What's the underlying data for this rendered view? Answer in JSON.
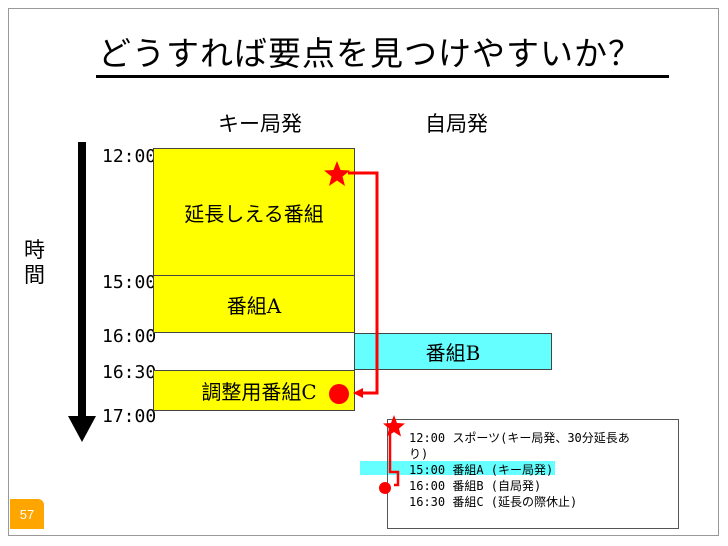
{
  "slide": {
    "title": "どうすれば要点を見つけやすいか？",
    "page_number": "57"
  },
  "columns": {
    "key_station": "キー局発",
    "local_station": "自局発"
  },
  "axis": {
    "label": "時間"
  },
  "times": [
    "12:00",
    "15:00",
    "16:00",
    "16:30",
    "17:00"
  ],
  "programs": {
    "extendable": "延長しえる番組",
    "a": "番組A",
    "b": "番組B",
    "c": "調整用番組C"
  },
  "legend": {
    "items": [
      "12:00 スポーツ(キー局発、30分延長あ",
      "り)",
      "15:00 番組A (キー局発)",
      "16:00 番組B (自局発)",
      "16:30 番組C (延長の際休止)"
    ]
  },
  "colors": {
    "program_key": "#ffff00",
    "program_local": "#66ffff",
    "marker": "#ff0000",
    "page_badge": "#ffa500"
  },
  "icons": {
    "marker_start": "star-icon",
    "marker_end": "circle-icon",
    "time_arrow": "arrow-down-icon"
  }
}
